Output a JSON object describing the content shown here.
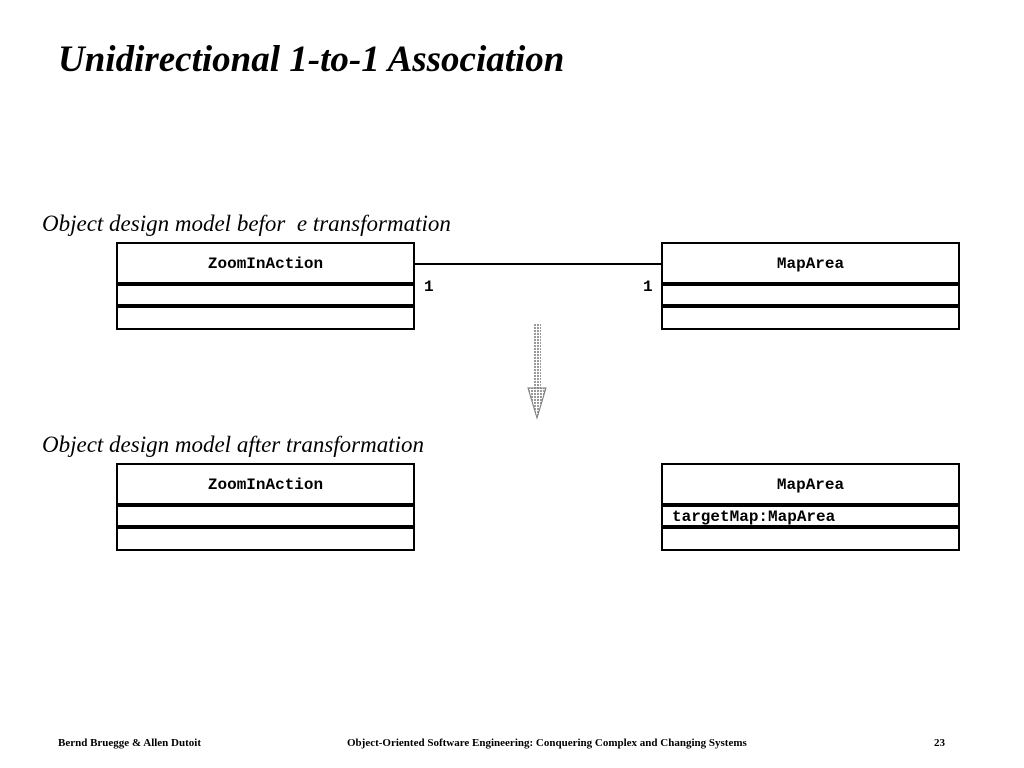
{
  "slide": {
    "title": "Unidirectional 1-to-1 Association",
    "caption_before": "Object design model befor  e transformation",
    "caption_after": "Object design model after transformation"
  },
  "before": {
    "left_class": {
      "name": "ZoomInAction",
      "attribute": ""
    },
    "right_class": {
      "name": "MapArea",
      "attribute": ""
    },
    "left_multiplicity": "1",
    "right_multiplicity": "1"
  },
  "after": {
    "left_class": {
      "name": "ZoomInAction",
      "attribute": ""
    },
    "right_class": {
      "name": "MapArea",
      "attribute": "targetMap:MapArea"
    }
  },
  "footer": {
    "authors": "Bernd Bruegge & Allen Dutoit",
    "book": "Object-Oriented Software Engineering: Conquering Complex and Changing Systems",
    "page_number": "23"
  },
  "colors": {
    "arrow_fill": "#b8b8b8",
    "line": "#000000"
  }
}
